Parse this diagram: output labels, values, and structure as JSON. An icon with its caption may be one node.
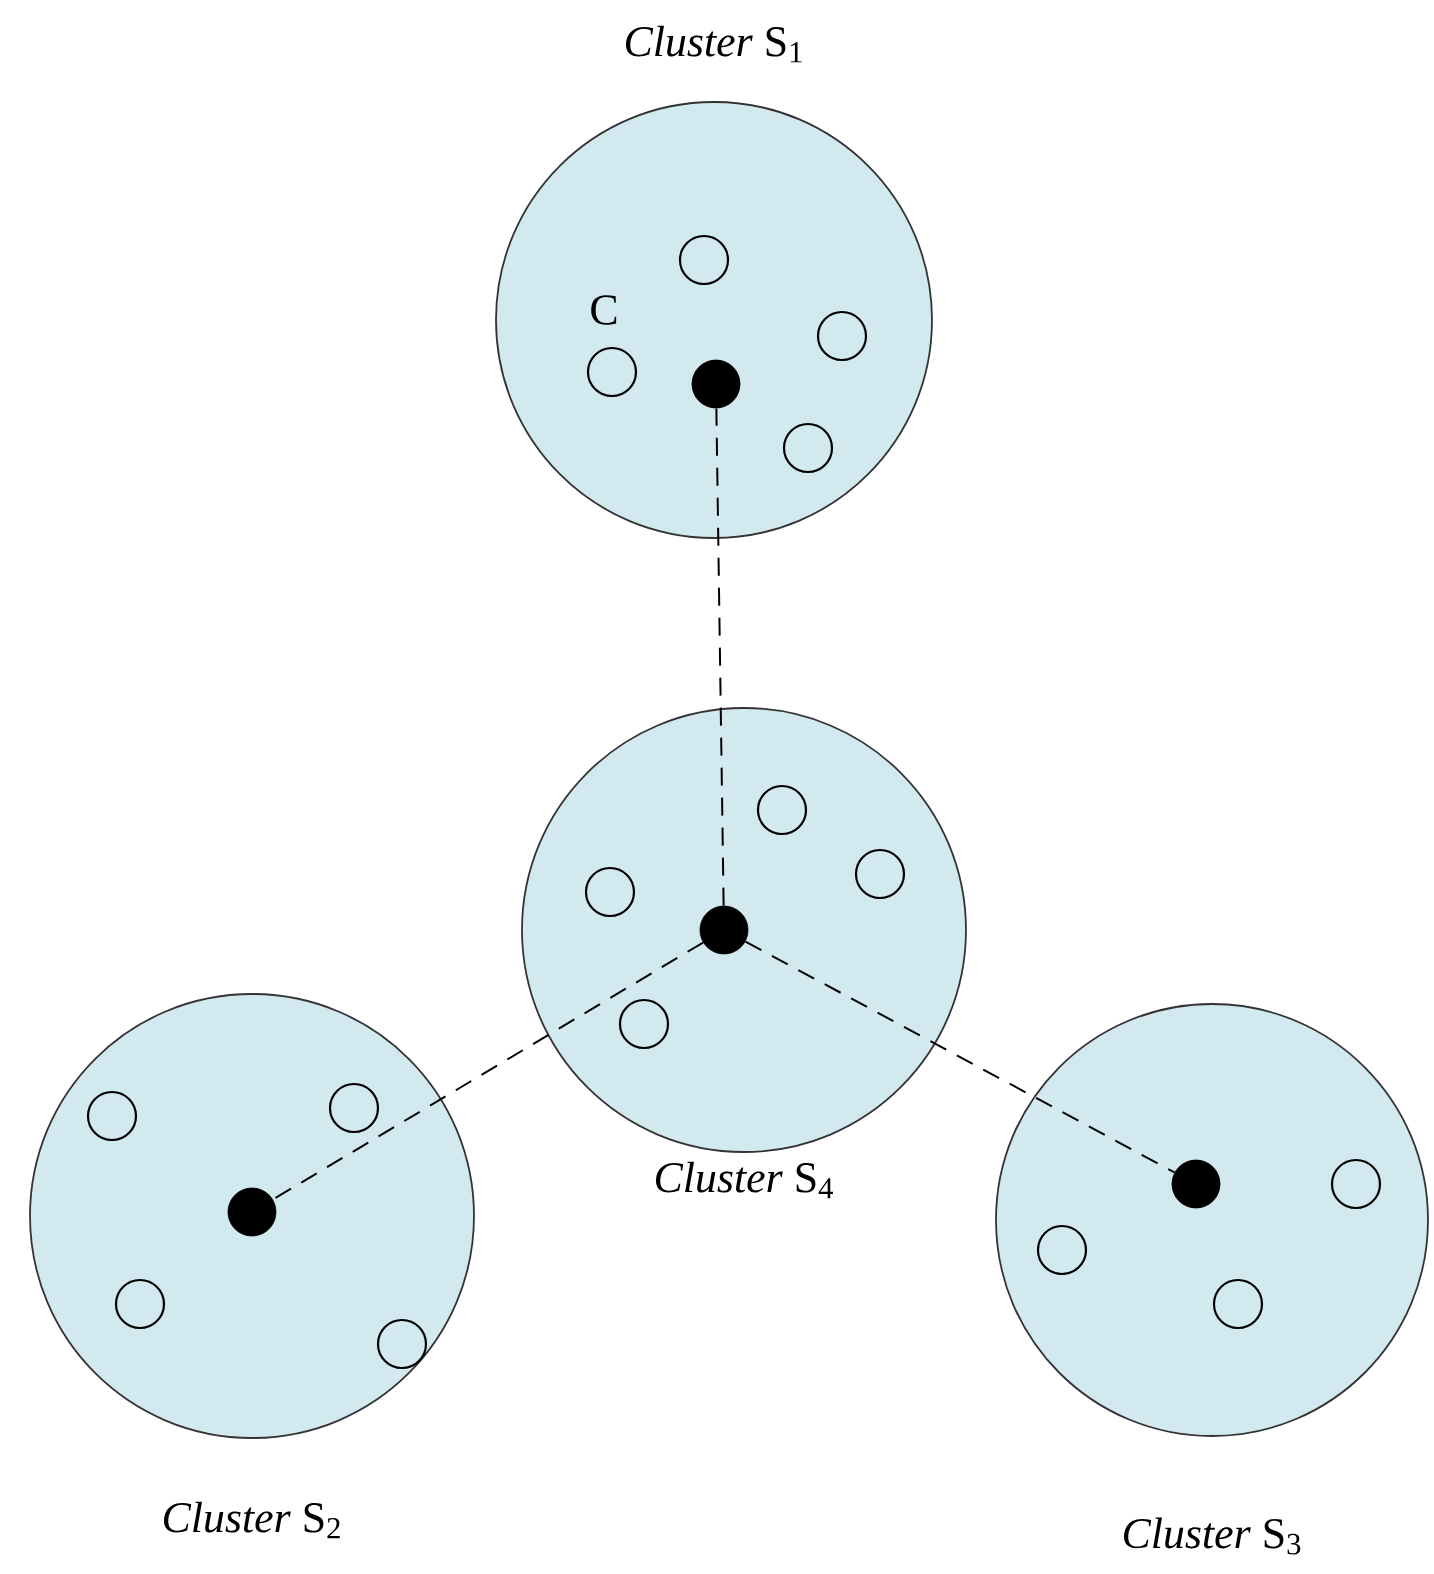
{
  "diagram": {
    "nodes": [
      {
        "text": [
          "*Cluster* S$_{1}$"
        ]
      },
      {
        "text": [],
        "shape": "dot",
        "in": 0
      },
      {
        "text": [],
        "shape": "circle",
        "in": 0
      },
      {
        "text": [],
        "shape": "circle",
        "in": 0
      },
      {
        "text": [],
        "shape": "circle",
        "in": 0
      },
      {
        "text": [],
        "shape": "circle",
        "in": 0
      },
      {
        "text": [
          "*Cluster* S$_{4}$"
        ]
      },
      {
        "text": [],
        "shape": "circle",
        "in": 6
      },
      {
        "text": [],
        "shape": "circle",
        "in": 6
      },
      {
        "text": [],
        "shape": "circle",
        "in": 6
      },
      {
        "text": [],
        "shape": "dot",
        "in": 6
      },
      {
        "text": [],
        "shape": "circle",
        "in": 6
      },
      {
        "text": [
          "*Cluster* S$_{2}$"
        ]
      },
      {
        "text": [],
        "shape": "circle",
        "in": 12
      },
      {
        "text": [],
        "shape": "circle",
        "in": 12
      },
      {
        "text": [],
        "shape": "dot",
        "in": 12
      },
      {
        "text": [],
        "shape": "circle",
        "in": 12
      },
      {
        "text": [],
        "shape": "circle",
        "in": 12
      },
      {
        "text": [
          "*Cluster* S$_{3}$"
        ]
      },
      {
        "text": [],
        "shape": "dot",
        "in": 18
      },
      {
        "text": [],
        "shape": "circle",
        "in": 18
      },
      {
        "text": [],
        "shape": "circle",
        "in": 18
      },
      {
        "text": [],
        "shape": "circle",
        "in": 18
      }
    ],
    "edges": [
      {
        "from": 10,
        "to": 1,
        "arrow": "none",
        "style": "dashed"
      },
      {
        "from": 10,
        "to": 15,
        "arrow": "none",
        "style": "dashed"
      },
      {
        "from": 10,
        "to": 19,
        "arrow": "none",
        "style": "dashed"
      }
    ],
    "labels": [
      "C"
    ]
  }
}
